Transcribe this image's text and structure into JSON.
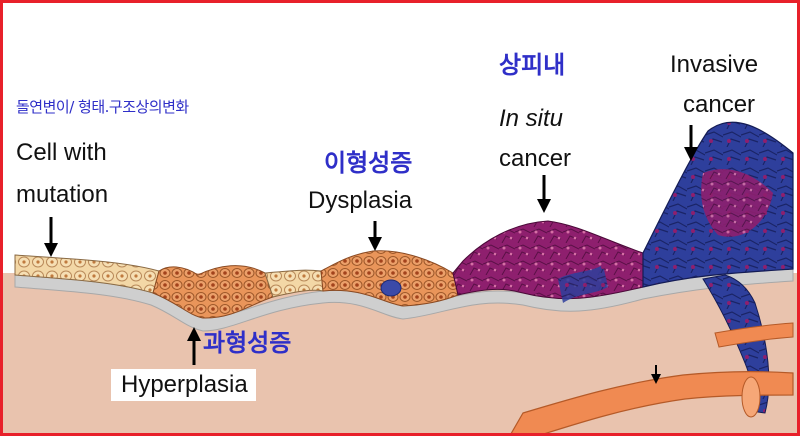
{
  "labels": {
    "mutation_ko": "돌연변이/ 형태.구조상의변화",
    "mutation_line1": "Cell with",
    "mutation_line2": "mutation",
    "hyperplasia_ko": "과형성증",
    "hyperplasia": "Hyperplasia",
    "dysplasia_ko": "이형성증",
    "dysplasia": "Dysplasia",
    "insitu_ko": "상피내",
    "insitu_line1": "In situ",
    "insitu_line2": "cancer",
    "invasive_line1": "Invasive",
    "invasive_line2": "cancer"
  },
  "colors": {
    "border": "#e8202a",
    "korean_text": "#2f2fc8",
    "normal_cell": "#f3d7a6",
    "hyperplastic_cell": "#e9955a",
    "dysplastic_cell": "#c96a7a",
    "cancer_cell": "#8e1f6e",
    "invasive_cell": "#2e3f9c",
    "basement_membrane": "#cfcfcf",
    "stroma": "#e9c3ae",
    "vessel": "#f08a52"
  }
}
